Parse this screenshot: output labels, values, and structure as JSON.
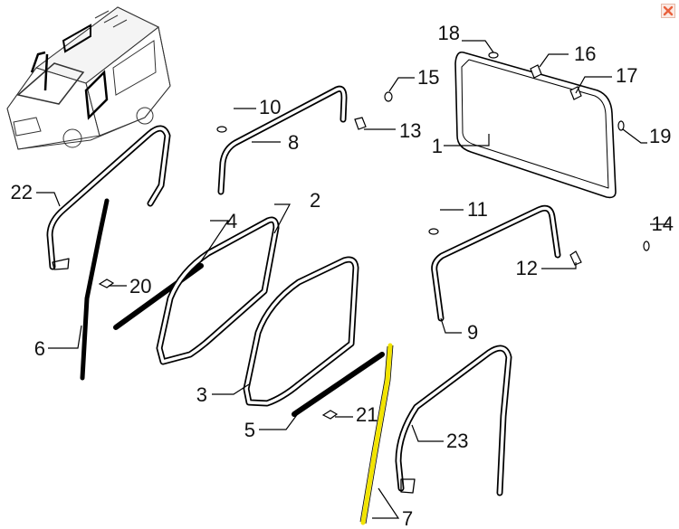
{
  "parts": {
    "p1": "1",
    "p2": "2",
    "p3": "3",
    "p4": "4",
    "p5": "5",
    "p6": "6",
    "p7": "7",
    "p8": "8",
    "p9": "9",
    "p10": "10",
    "p11": "11",
    "p12": "12",
    "p13": "13",
    "p14": "14",
    "p15": "15",
    "p16": "16",
    "p17": "17",
    "p18": "18",
    "p19": "19",
    "p20": "20",
    "p21": "21",
    "p22": "22",
    "p23": "23"
  },
  "colors": {
    "highlight": "#f2e400",
    "line": "#000000",
    "close_icon": "#e8603c"
  },
  "icons": {
    "close": "close-icon"
  },
  "highlighted_part": "7"
}
